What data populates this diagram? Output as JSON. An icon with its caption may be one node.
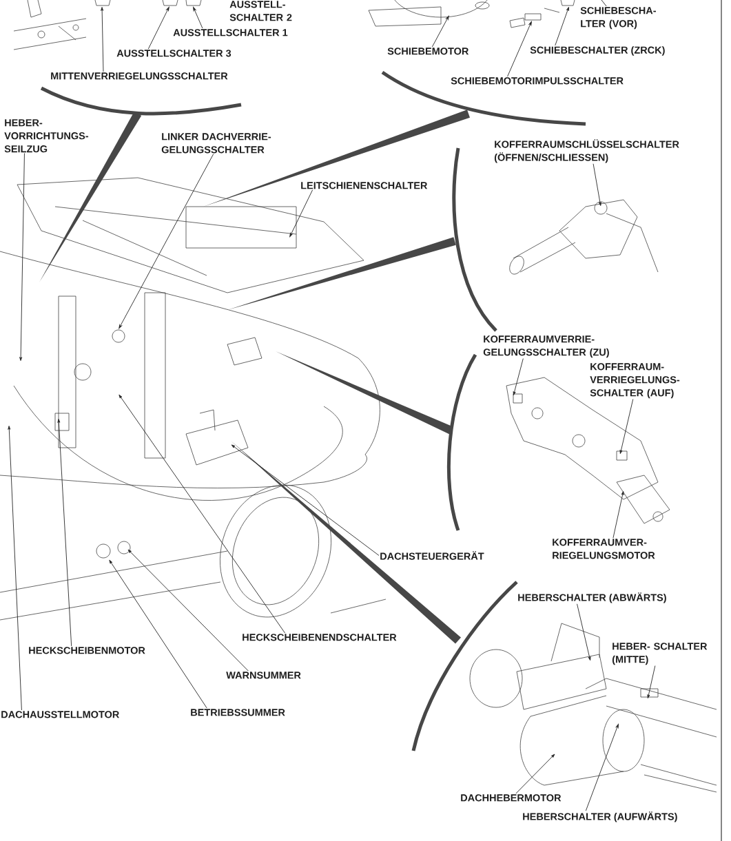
{
  "diagram": {
    "nodes": [
      {
        "text": [
          "AUSSTELLSCHALTER 1"
        ]
      },
      {
        "text": [
          "AUSSTELLSCHALTER 3"
        ]
      },
      {
        "text": [
          "MITTENVERRIEGELUNGSSCHALTER"
        ]
      },
      {
        "text": [
          "SCHIEBEMOTOR"
        ]
      },
      {
        "text": [
          "SCHIEBESCHA- LTER (VOR)"
        ]
      },
      {
        "text": [
          "SCHIEBESCHALTER (ZRCK)"
        ]
      },
      {
        "text": [
          "SCHIEBEMOTORIMPULSSCHALTER"
        ]
      },
      {
        "text": [
          "HEBER- VORRICHTUNGS- SEILZUG"
        ]
      },
      {
        "text": [
          "LINKER DACHVERRIE- GELUNGSSCHALTER"
        ]
      },
      {
        "text": [
          "LEITSCHIENENSCHALTER"
        ]
      },
      {
        "text": [
          "KOFFERRAUMSCHLÜSSELSCHALTER (ÖFFNEN/SCHLIESSEN)"
        ]
      },
      {
        "text": [
          "KOFFERRAUMVERRIE- GELUNGSSCHALTER (ZU)"
        ]
      },
      {
        "text": [
          "KOFFERRAUM- VERRIEGELUNGS- SCHALTER (AUF)"
        ]
      },
      {
        "text": [
          "KOFFERRAUMVER- RIEGELUNGSMOTOR"
        ]
      },
      {
        "text": [
          "DACHSTEUERGERÄT"
        ]
      },
      {
        "text": [
          "HECKSCHEIBENENDSCHALTER"
        ]
      },
      {
        "text": [
          "HECKSCHEIBENMOTOR"
        ]
      },
      {
        "text": [
          "WARNSUMMER"
        ]
      },
      {
        "text": [
          "HEBERSCHALTER (ABWÄRTS)"
        ]
      },
      {
        "text": [
          "HEBER- SCHALTER (MITTE)"
        ]
      },
      {
        "text": [
          "DACHAUSSTELLMOTOR"
        ]
      },
      {
        "text": [
          "BETRIEBSSUMMER"
        ]
      },
      {
        "text": [
          "DACHHEBERMOTOR"
        ]
      },
      {
        "text": [
          "HEBERSCHALTER (AUFWÄRTS)"
        ]
      },
      {
        "text": [],
        "shape": "picture"
      }
    ],
    "edges": [
      {
        "from": 0,
        "to": null,
        "arrow": "to"
      },
      {
        "from": 1,
        "to": null,
        "arrow": "to"
      },
      {
        "from": 2,
        "to": null,
        "arrow": "to"
      },
      {
        "from": 3,
        "to": 24,
        "arrow": "to"
      },
      {
        "from": 4,
        "to": null,
        "arrow": "none"
      },
      {
        "from": 5,
        "to": 24,
        "arrow": "to"
      },
      {
        "from": 6,
        "to": 24,
        "arrow": "to"
      },
      {
        "from": 7,
        "to": null,
        "arrow": "to"
      },
      {
        "from": 8,
        "to": null,
        "arrow": "to"
      },
      {
        "from": 9,
        "to": null,
        "arrow": "to"
      },
      {
        "from": 10,
        "to": null,
        "arrow": "to"
      },
      {
        "from": 11,
        "to": null,
        "arrow": "to"
      },
      {
        "from": 12,
        "to": null,
        "arrow": "to"
      },
      {
        "from": 13,
        "to": null,
        "arrow": "to"
      },
      {
        "from": 14,
        "to": null,
        "arrow": "to"
      },
      {
        "from": 15,
        "to": null,
        "arrow": "to"
      },
      {
        "from": 16,
        "to": null,
        "arrow": "to"
      },
      {
        "from": 17,
        "to": null,
        "arrow": "to"
      },
      {
        "from": 18,
        "to": null,
        "arrow": "to"
      },
      {
        "from": 19,
        "to": null,
        "arrow": "to"
      },
      {
        "from": 20,
        "to": null,
        "arrow": "to"
      },
      {
        "from": 21,
        "to": null,
        "arrow": "to"
      },
      {
        "from": 22,
        "to": null,
        "arrow": "to"
      },
      {
        "from": 23,
        "to": null,
        "arrow": "to"
      }
    ],
    "labels": [
      "AUSSTELL- SCHALTER 2"
    ]
  }
}
